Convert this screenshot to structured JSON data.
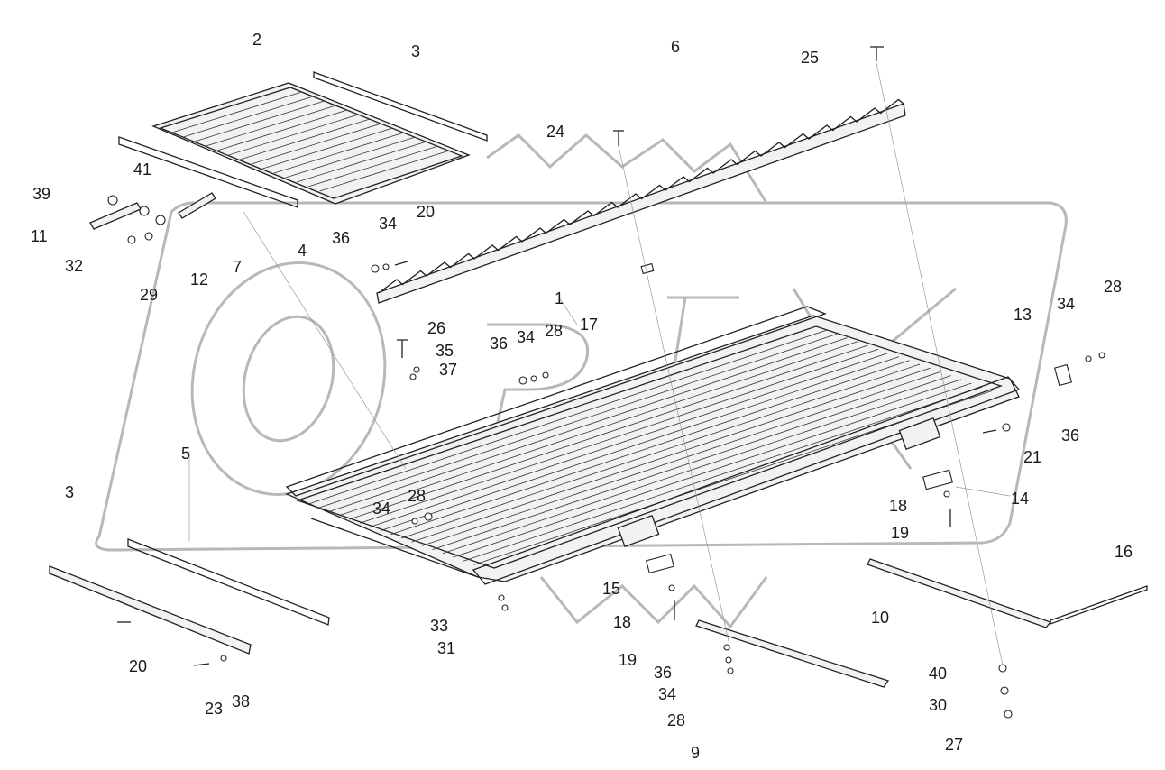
{
  "diagram": {
    "callouts": [
      {
        "id": "c2",
        "text": "2"
      },
      {
        "id": "c3a",
        "text": "3"
      },
      {
        "id": "c6",
        "text": "6"
      },
      {
        "id": "c25",
        "text": "25"
      },
      {
        "id": "c24",
        "text": "24"
      },
      {
        "id": "c41",
        "text": "41"
      },
      {
        "id": "c39",
        "text": "39"
      },
      {
        "id": "c11",
        "text": "11"
      },
      {
        "id": "c32",
        "text": "32"
      },
      {
        "id": "c29",
        "text": "29"
      },
      {
        "id": "c12",
        "text": "12"
      },
      {
        "id": "c7",
        "text": "7"
      },
      {
        "id": "c4",
        "text": "4"
      },
      {
        "id": "c36a",
        "text": "36"
      },
      {
        "id": "c34a",
        "text": "34"
      },
      {
        "id": "c20a",
        "text": "20"
      },
      {
        "id": "c1",
        "text": "1"
      },
      {
        "id": "c17",
        "text": "17"
      },
      {
        "id": "c26",
        "text": "26"
      },
      {
        "id": "c35",
        "text": "35"
      },
      {
        "id": "c37",
        "text": "37"
      },
      {
        "id": "c36b",
        "text": "36"
      },
      {
        "id": "c34b",
        "text": "34"
      },
      {
        "id": "c28a",
        "text": "28"
      },
      {
        "id": "c13",
        "text": "13"
      },
      {
        "id": "c34c",
        "text": "34"
      },
      {
        "id": "c28b",
        "text": "28"
      },
      {
        "id": "c36c",
        "text": "36"
      },
      {
        "id": "c21",
        "text": "21"
      },
      {
        "id": "c14",
        "text": "14"
      },
      {
        "id": "c18a",
        "text": "18"
      },
      {
        "id": "c19a",
        "text": "19"
      },
      {
        "id": "c5",
        "text": "5"
      },
      {
        "id": "c3b",
        "text": "3"
      },
      {
        "id": "c34d",
        "text": "34"
      },
      {
        "id": "c28c",
        "text": "28"
      },
      {
        "id": "c16",
        "text": "16"
      },
      {
        "id": "c10",
        "text": "10"
      },
      {
        "id": "c15",
        "text": "15"
      },
      {
        "id": "c18b",
        "text": "18"
      },
      {
        "id": "c33",
        "text": "33"
      },
      {
        "id": "c31",
        "text": "31"
      },
      {
        "id": "c20b",
        "text": "20"
      },
      {
        "id": "c19b",
        "text": "19"
      },
      {
        "id": "c36d",
        "text": "36"
      },
      {
        "id": "c34e",
        "text": "34"
      },
      {
        "id": "c28d",
        "text": "28"
      },
      {
        "id": "c9",
        "text": "9"
      },
      {
        "id": "c23",
        "text": "23"
      },
      {
        "id": "c38",
        "text": "38"
      },
      {
        "id": "c40",
        "text": "40"
      },
      {
        "id": "c30",
        "text": "30"
      },
      {
        "id": "c27",
        "text": "27"
      }
    ]
  }
}
